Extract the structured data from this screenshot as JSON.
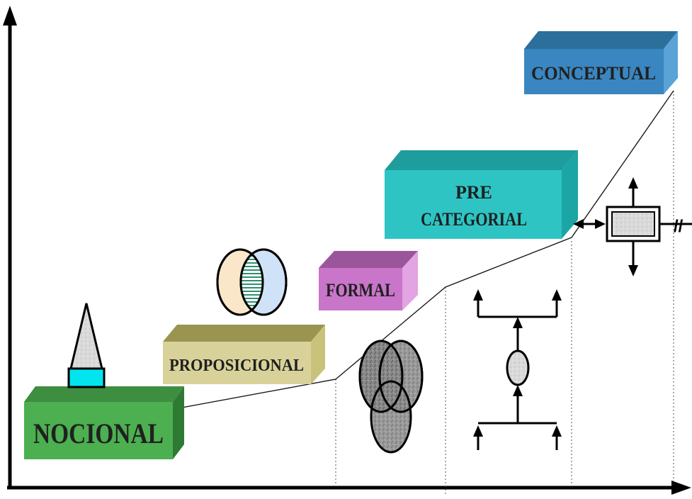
{
  "stages": {
    "nocional": "NOCIONAL",
    "proposicional": "PROPOSICIONAL",
    "formal": "FORMAL",
    "precategorial_line1": "PRE",
    "precategorial_line2": "CATEGORIAL",
    "conceptual": "CONCEPTUAL"
  },
  "icons": [
    "cone-icon",
    "two-overlapping-ellipses-icon",
    "three-overlapping-ellipses-icon",
    "hierarchy-arrows-icon",
    "bidirectional-box-arrows-icon"
  ],
  "colors": {
    "nocional": "#4caf50",
    "proposicional": "#bdb76b",
    "formal": "#c975c9",
    "precategorial": "#2ec4c4",
    "conceptual": "#3a86c0"
  },
  "axis_break_mark": "//"
}
